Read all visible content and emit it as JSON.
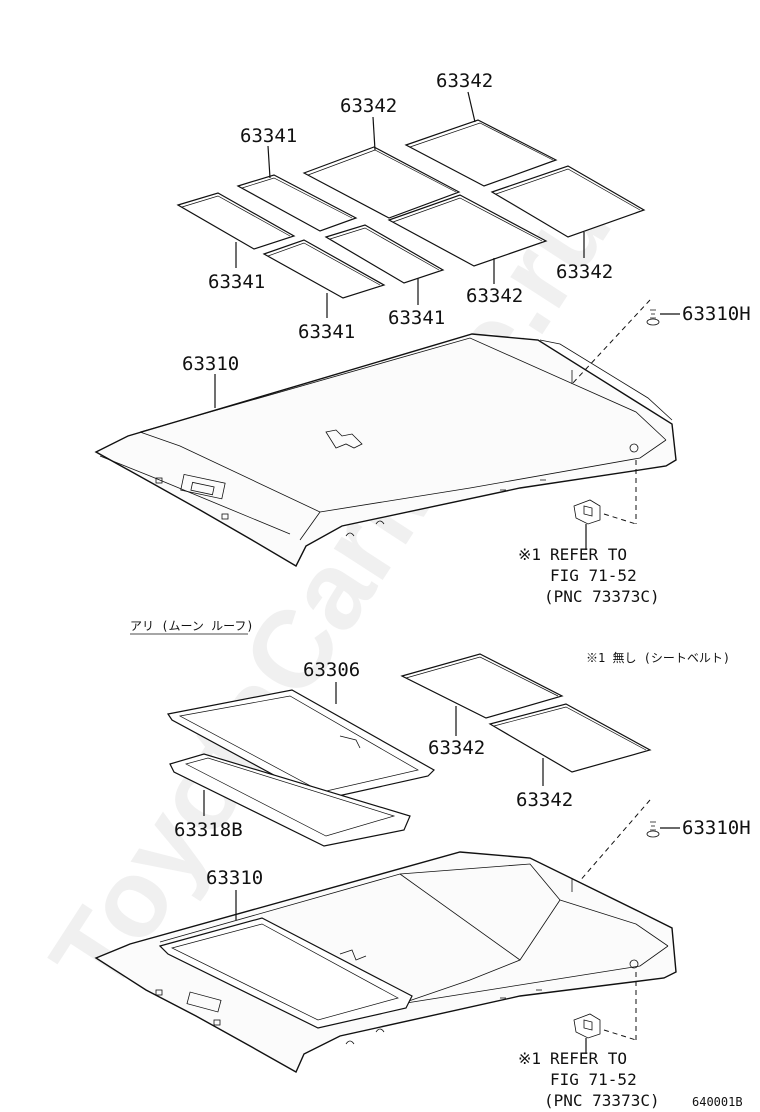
{
  "watermark": "ToyotaCarMine.ru",
  "section_top": {
    "pads": [
      {
        "part": "63342"
      },
      {
        "part": "63342"
      },
      {
        "part": "63341"
      },
      {
        "part": "63341"
      },
      {
        "part": "63342"
      },
      {
        "part": "63341"
      },
      {
        "part": "63341"
      },
      {
        "part": "63342"
      }
    ],
    "headlining_part": "63310",
    "clip_part": "63310H",
    "note": {
      "mark": "※1",
      "line1": "REFER TO",
      "line2": "FIG 71-52",
      "line3": "(PNC 73373C)"
    }
  },
  "section_bottom": {
    "caption": "アリ (ムーン ルーフ)",
    "legend": "※1 無し (シートベルト)",
    "sunroof_trim_part": "63306",
    "weatherstrip_part": "63318B",
    "pads": [
      {
        "part": "63342"
      },
      {
        "part": "63342"
      }
    ],
    "headlining_part": "63310",
    "clip_part": "63310H",
    "note": {
      "mark": "※1",
      "line1": "REFER TO",
      "line2": "FIG 71-52",
      "line3": "(PNC 73373C)"
    }
  },
  "figure_code": "640001B"
}
